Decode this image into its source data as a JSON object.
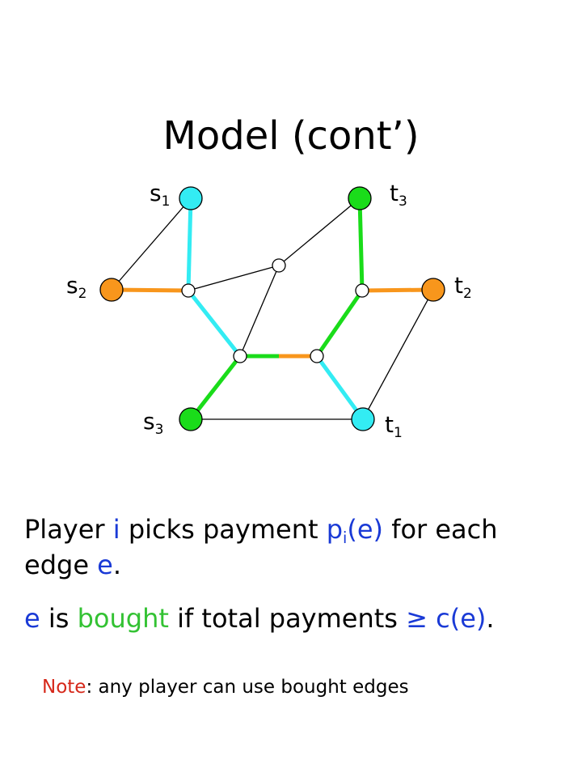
{
  "title": "Model (cont’)",
  "graph": {
    "nodes": {
      "s1": {
        "label": "s",
        "sub": "1"
      },
      "s2": {
        "label": "s",
        "sub": "2"
      },
      "s3": {
        "label": "s",
        "sub": "3"
      },
      "t1": {
        "label": "t",
        "sub": "1"
      },
      "t2": {
        "label": "t",
        "sub": "2"
      },
      "t3": {
        "label": "t",
        "sub": "3"
      }
    },
    "colors": {
      "player1": "#33ecf3",
      "player2": "#f8961c",
      "player3": "#1adc1a",
      "unbought_edge": "#000000"
    }
  },
  "line1": {
    "player": "Player",
    "i": "i",
    "picks": "picks payment",
    "p": "p",
    "sub_i": "i",
    "e_arg": "(e)",
    "for_each": "for each"
  },
  "line2": {
    "edge": "edge",
    "e": "e",
    "period": "."
  },
  "line3": {
    "e": "e",
    "is": "is",
    "bought": "bought",
    "rest": "if total payments",
    "ge_c": "≥ c(e)",
    "period": "."
  },
  "note": {
    "label": "Note",
    "text": ": any player can use bought edges"
  }
}
